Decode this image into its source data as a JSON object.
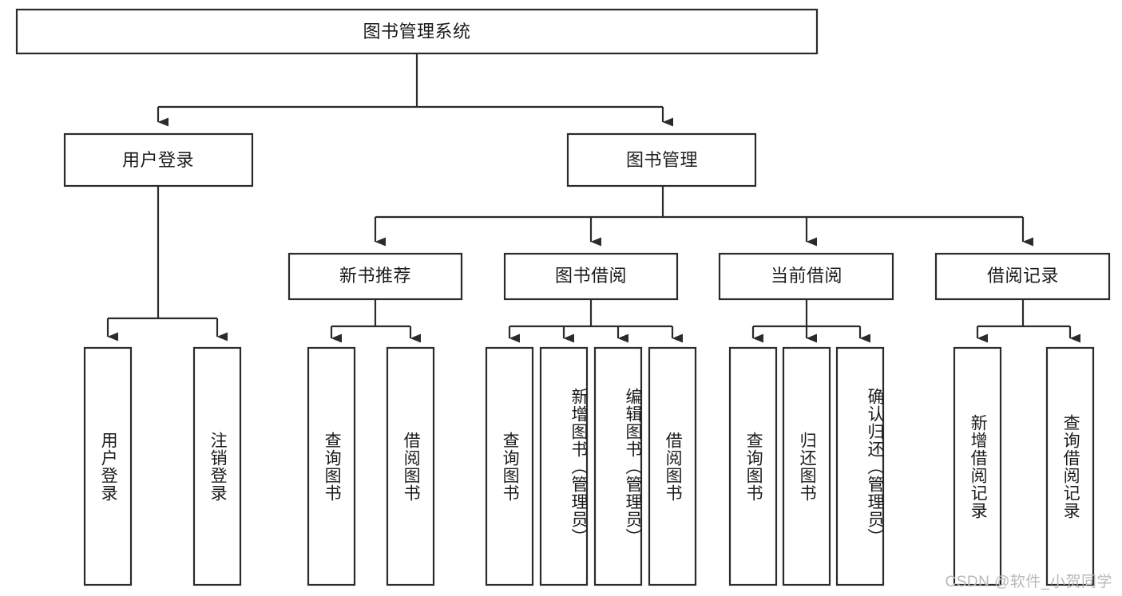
{
  "page": {
    "title": "图书管理系统 功能结构图",
    "watermark": "CSDN @软件_小贺同学",
    "background_color": "#ffffff",
    "line_color": "#2b2b2b",
    "text_color": "#1b1b1b",
    "watermark_color": "#b9b9b9"
  },
  "chart_data": {
    "type": "diagram",
    "diagram_kind": "tree",
    "orientation": "top-down",
    "title": "图书管理系统",
    "root": {
      "id": "root",
      "label": "图书管理系统",
      "children": [
        "user-login",
        "book-manage"
      ]
    },
    "nodes": [
      {
        "id": "root",
        "label": "图书管理系统",
        "level": 0,
        "orientation": "horizontal"
      },
      {
        "id": "user-login",
        "label": "用户登录",
        "level": 1,
        "orientation": "horizontal"
      },
      {
        "id": "book-manage",
        "label": "图书管理",
        "level": 1,
        "orientation": "horizontal"
      },
      {
        "id": "new-book-rec",
        "label": "新书推荐",
        "level": 2,
        "orientation": "horizontal"
      },
      {
        "id": "book-borrow",
        "label": "图书借阅",
        "level": 2,
        "orientation": "horizontal"
      },
      {
        "id": "current-borrow",
        "label": "当前借阅",
        "level": 2,
        "orientation": "horizontal"
      },
      {
        "id": "borrow-record",
        "label": "借阅记录",
        "level": 2,
        "orientation": "horizontal"
      },
      {
        "id": "leaf-user-login",
        "label": "用户登录",
        "level": 3,
        "orientation": "vertical",
        "parent": "user-login"
      },
      {
        "id": "leaf-logout",
        "label": "注销登录",
        "level": 3,
        "orientation": "vertical",
        "parent": "user-login"
      },
      {
        "id": "leaf-query-book-1",
        "label": "查询图书",
        "level": 3,
        "orientation": "vertical",
        "parent": "new-book-rec"
      },
      {
        "id": "leaf-borrow-book-1",
        "label": "借阅图书",
        "level": 3,
        "orientation": "vertical",
        "parent": "new-book-rec"
      },
      {
        "id": "leaf-query-book-2",
        "label": "查询图书",
        "level": 3,
        "orientation": "vertical",
        "parent": "book-borrow"
      },
      {
        "id": "leaf-add-book",
        "label": "新增图书（管理员）",
        "level": 3,
        "orientation": "vertical",
        "parent": "book-borrow"
      },
      {
        "id": "leaf-edit-book",
        "label": "编辑图书（管理员）",
        "level": 3,
        "orientation": "vertical",
        "parent": "book-borrow"
      },
      {
        "id": "leaf-borrow-book-2",
        "label": "借阅图书",
        "level": 3,
        "orientation": "vertical",
        "parent": "book-borrow"
      },
      {
        "id": "leaf-query-book-3",
        "label": "查询图书",
        "level": 3,
        "orientation": "vertical",
        "parent": "current-borrow"
      },
      {
        "id": "leaf-return-book",
        "label": "归还图书",
        "level": 3,
        "orientation": "vertical",
        "parent": "current-borrow"
      },
      {
        "id": "leaf-confirm-return",
        "label": "确认归还（管理员）",
        "level": 3,
        "orientation": "vertical",
        "parent": "current-borrow"
      },
      {
        "id": "leaf-add-record",
        "label": "新增借阅记录",
        "level": 3,
        "orientation": "vertical",
        "parent": "borrow-record"
      },
      {
        "id": "leaf-query-record",
        "label": "查询借阅记录",
        "level": 3,
        "orientation": "vertical",
        "parent": "borrow-record"
      }
    ],
    "edges": [
      {
        "from": "root",
        "to": "user-login"
      },
      {
        "from": "root",
        "to": "book-manage"
      },
      {
        "from": "book-manage",
        "to": "new-book-rec"
      },
      {
        "from": "book-manage",
        "to": "book-borrow"
      },
      {
        "from": "book-manage",
        "to": "current-borrow"
      },
      {
        "from": "book-manage",
        "to": "borrow-record"
      },
      {
        "from": "user-login",
        "to": "leaf-user-login"
      },
      {
        "from": "user-login",
        "to": "leaf-logout"
      },
      {
        "from": "new-book-rec",
        "to": "leaf-query-book-1"
      },
      {
        "from": "new-book-rec",
        "to": "leaf-borrow-book-1"
      },
      {
        "from": "book-borrow",
        "to": "leaf-query-book-2"
      },
      {
        "from": "book-borrow",
        "to": "leaf-add-book"
      },
      {
        "from": "book-borrow",
        "to": "leaf-edit-book"
      },
      {
        "from": "book-borrow",
        "to": "leaf-borrow-book-2"
      },
      {
        "from": "current-borrow",
        "to": "leaf-query-book-3"
      },
      {
        "from": "current-borrow",
        "to": "leaf-return-book"
      },
      {
        "from": "current-borrow",
        "to": "leaf-confirm-return"
      },
      {
        "from": "borrow-record",
        "to": "leaf-add-record"
      },
      {
        "from": "borrow-record",
        "to": "leaf-query-record"
      }
    ],
    "legend": [],
    "xlabel": "",
    "ylabel": ""
  }
}
